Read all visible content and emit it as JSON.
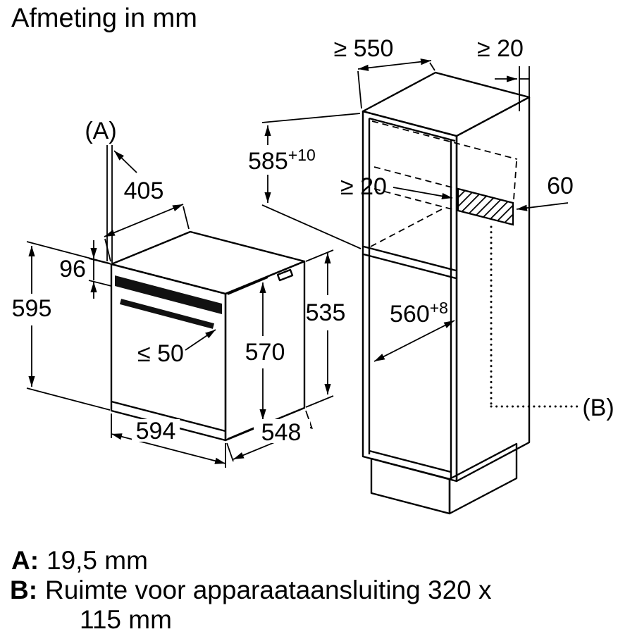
{
  "title": "Afmeting in mm",
  "oven": {
    "ref_a": "(A)",
    "dim_405": "405",
    "dim_96": "96",
    "dim_595": "595",
    "dim_le_50": "≤ 50",
    "dim_570": "570",
    "dim_535": "535",
    "dim_594": "594",
    "dim_548": "548"
  },
  "cabinet": {
    "dim_ge_550": "≥ 550",
    "dim_ge_20_top": "≥ 20",
    "dim_585": "585",
    "dim_585_tol": "+10",
    "dim_ge_20_inner": "≥ 20",
    "dim_60": "60",
    "dim_560": "560",
    "dim_560_tol": "+8",
    "ref_b": "(B)"
  },
  "legend": {
    "a_key": "A:",
    "a_value": "19,5 mm",
    "b_key": "B:",
    "b_value_line1": "Ruimte voor apparaataansluiting 320 x",
    "b_value_line2": "115 mm"
  },
  "colors": {
    "ink": "#000000",
    "paper": "#ffffff"
  }
}
